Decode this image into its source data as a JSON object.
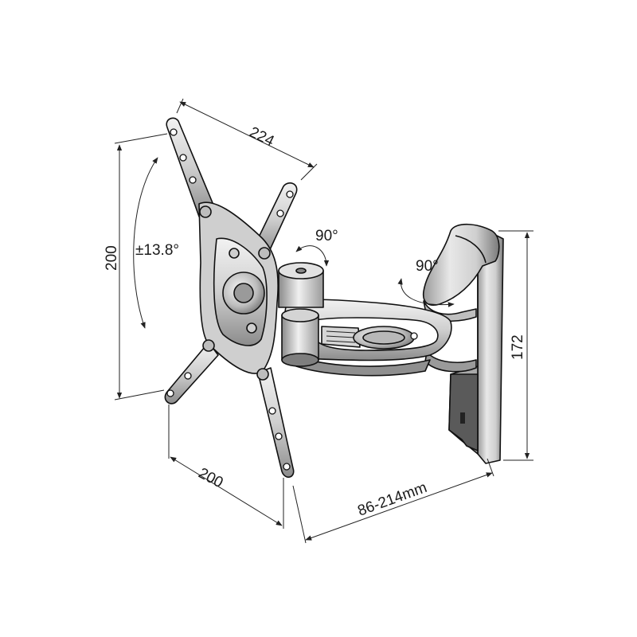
{
  "dimensions": {
    "plate_diagonal_top": "224",
    "plate_height": "200",
    "plate_width": "200",
    "tilt_range": "±13.8°",
    "swivel_plate": "90°",
    "swivel_wall": "90°",
    "arm_extension": "86-214mm",
    "wall_plate_height": "172"
  },
  "colors": {
    "line": "#111111",
    "metal_light": "#e6e6e6",
    "metal_mid": "#bdbdbd",
    "metal_dark": "#7a7a7a",
    "background": "#ffffff"
  }
}
